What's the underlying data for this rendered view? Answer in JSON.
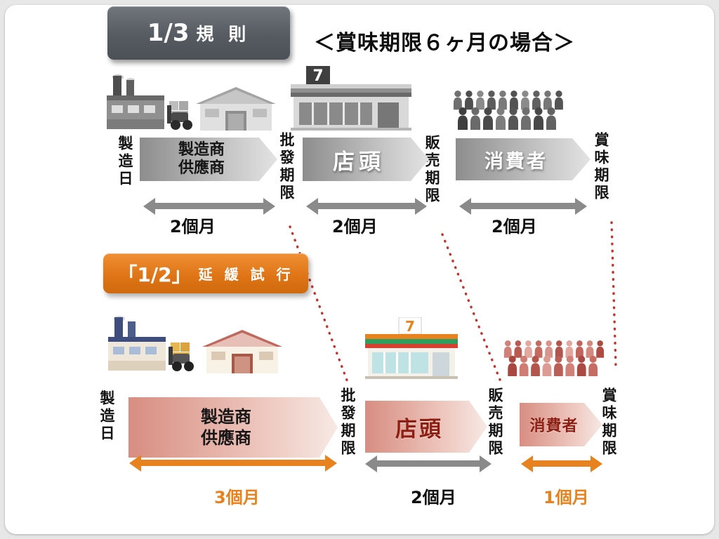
{
  "header": {
    "rule_badge": {
      "prefix": "1/3",
      "suffix": "規 則"
    },
    "title": "＜賞味期限６ヶ月の場合＞"
  },
  "trial_badge": {
    "prefix": "「1/2」",
    "suffix": "延 緩 試 行"
  },
  "top_flow": {
    "milestones": {
      "manufacture": "製造日",
      "wholesale": "批發期限",
      "sale": "販売期限",
      "expiry": "賞味期限"
    },
    "stages": {
      "supplier_line1": "製造商",
      "supplier_line2": "供應商",
      "store": "店頭",
      "consumer": "消費者"
    },
    "durations": {
      "supplier": "2個月",
      "store": "2個月",
      "consumer": "2個月"
    }
  },
  "bottom_flow": {
    "milestones": {
      "manufacture": "製造日",
      "wholesale": "批發期限",
      "sale": "販売期限",
      "expiry": "賞味期限"
    },
    "stages": {
      "supplier_line1": "製造商",
      "supplier_line2": "供應商",
      "store": "店頭",
      "consumer": "消費者"
    },
    "durations": {
      "supplier": "3個月",
      "store": "2個月",
      "consumer": "1個月"
    }
  },
  "icons": {
    "factory": "factory-icon",
    "warehouse": "warehouse-icon",
    "store": "seven-eleven-store-icon",
    "consumers": "crowd-icon"
  },
  "colors": {
    "rule_badge_bg": "#565b62",
    "trial_badge_bg": "#dd7314",
    "top_arrow_gradient_start": "#8d8d8d",
    "top_arrow_gradient_end": "#e3e3e3",
    "bottom_arrow_gradient_start": "#d88d81",
    "bottom_arrow_gradient_end": "#f7e9e4",
    "duration_accent": "#e8821e",
    "dotted_line": "#c2342c",
    "double_arrow_gray": "#8a8a8a"
  }
}
